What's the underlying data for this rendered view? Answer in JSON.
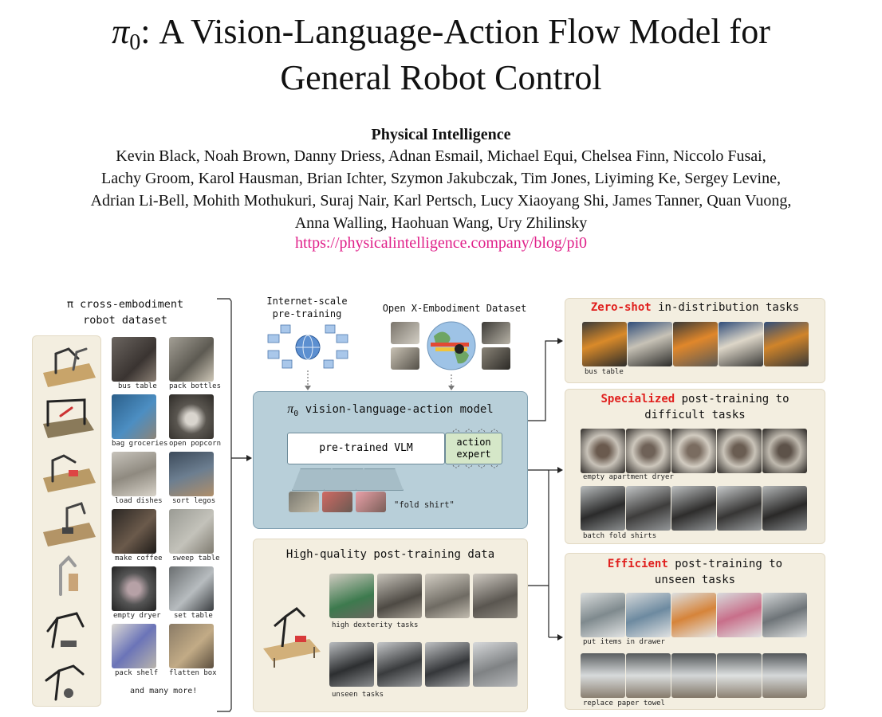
{
  "title_line1_suffix": ": A Vision-Language-Action Flow Model for",
  "title_line2": "General Robot Control",
  "title_pi": "π",
  "title_subscript": "0",
  "organization": "Physical Intelligence",
  "authors": [
    "Kevin Black, Noah Brown, Danny Driess, Adnan Esmail, Michael Equi, Chelsea Finn, Niccolo Fusai,",
    "Lachy Groom, Karol Hausman, Brian Ichter, Szymon Jakubczak, Tim Jones, Liyiming Ke, Sergey Levine,",
    "Adrian Li-Bell, Mohith Mothukuri, Suraj Nair, Karl Pertsch, Lucy Xiaoyang Shi, James Tanner, Quan Vuong,",
    "Anna Walling, Haohuan Wang, Ury Zhilinsky"
  ],
  "url": "https://physicalintelligence.company/blog/pi0",
  "figure": {
    "left": {
      "title_line1": "π cross-embodiment",
      "title_line2": "robot dataset",
      "tasks": [
        [
          "bus table",
          "pack bottles"
        ],
        [
          "bag groceries",
          "open popcorn"
        ],
        [
          "load dishes",
          "sort legos"
        ],
        [
          "make coffee",
          "sweep table"
        ],
        [
          "empty dryer",
          "set table"
        ],
        [
          "pack shelf",
          "flatten box"
        ]
      ],
      "footer": "and many more!"
    },
    "internet": {
      "line1": "Internet-scale",
      "line2": "pre-training"
    },
    "openx": "Open X-Embodiment Dataset",
    "model": {
      "title_pi": "π",
      "title_sub": "0",
      "title_rest": " vision-language-action model",
      "vlm": "pre-trained VLM",
      "expert_line1": "action",
      "expert_line2": "expert",
      "prompt": "\"fold shirt\""
    },
    "posttrain": {
      "title": "High-quality post-training data",
      "row1_caption": "high dexterity tasks",
      "row2_caption": "unseen tasks"
    },
    "zeroshot": {
      "highlight": "Zero-shot",
      "rest": " in-distribution tasks",
      "caption": "bus table"
    },
    "specialized": {
      "highlight": "Specialized",
      "rest1": " post-training to",
      "line2": "difficult tasks",
      "caption1": "empty apartment dryer",
      "caption2": "batch fold shirts"
    },
    "efficient": {
      "highlight": "Efficient",
      "rest1": " post-training to",
      "line2": "unseen tasks",
      "caption1": "put items in drawer",
      "caption2": "replace paper towel"
    }
  },
  "colors": {
    "url": "#e0218a",
    "highlight_red": "#e0201e",
    "panel_beige": "#f3eee0",
    "model_blue": "#b8cfd9",
    "expert_green": "#d5e7c8"
  }
}
